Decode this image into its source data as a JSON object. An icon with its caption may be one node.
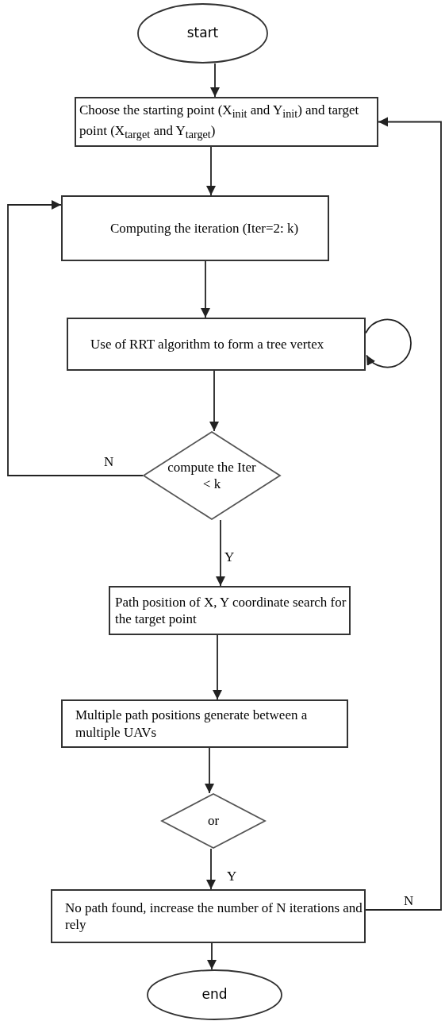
{
  "diagram": {
    "nodes": [
      {
        "text": [
          "start"
        ]
      },
      {
        "text": [
          "Choose the starting point (X$_{init}$ and Y$_{init}$) and target point (X$_{target}$ and Y$_{target}$)"
        ]
      },
      {
        "text": [
          "Computing the iteration (Iter=2: k)"
        ]
      },
      {
        "text": [
          "Use of RRT algorithm to form a tree vertex"
        ]
      },
      {
        "text": [
          "compute the Iter < k"
        ]
      },
      {
        "text": [
          "Path position of X, Y coordinate search for the target point"
        ]
      },
      {
        "text": [
          "Multiple path positions generate between a multiple UAVs"
        ]
      },
      {
        "text": [
          "or"
        ]
      },
      {
        "text": [
          "No path found, increase the number of N iterations and rely"
        ]
      },
      {
        "text": [
          "end"
        ]
      }
    ],
    "edges": [
      {
        "from": 0,
        "to": 1,
        "arrow": "to"
      },
      {
        "from": 1,
        "to": 2,
        "arrow": "to"
      },
      {
        "from": 2,
        "to": 3,
        "arrow": "to"
      },
      {
        "from": 3,
        "to": 3,
        "arrow": "to"
      },
      {
        "from": 3,
        "to": 4,
        "arrow": "to"
      },
      {
        "from": 4,
        "to": 2,
        "arrow": "to",
        "label": "N"
      },
      {
        "from": 4,
        "to": 5,
        "arrow": "to",
        "label": "Y"
      },
      {
        "from": 5,
        "to": 6,
        "arrow": "to"
      },
      {
        "from": 6,
        "to": 7,
        "arrow": "to"
      },
      {
        "from": 7,
        "to": 8,
        "arrow": "to",
        "label": "Y"
      },
      {
        "from": 8,
        "to": 1,
        "arrow": "to",
        "label": "N"
      },
      {
        "from": 8,
        "to": 9,
        "arrow": "to"
      }
    ]
  }
}
